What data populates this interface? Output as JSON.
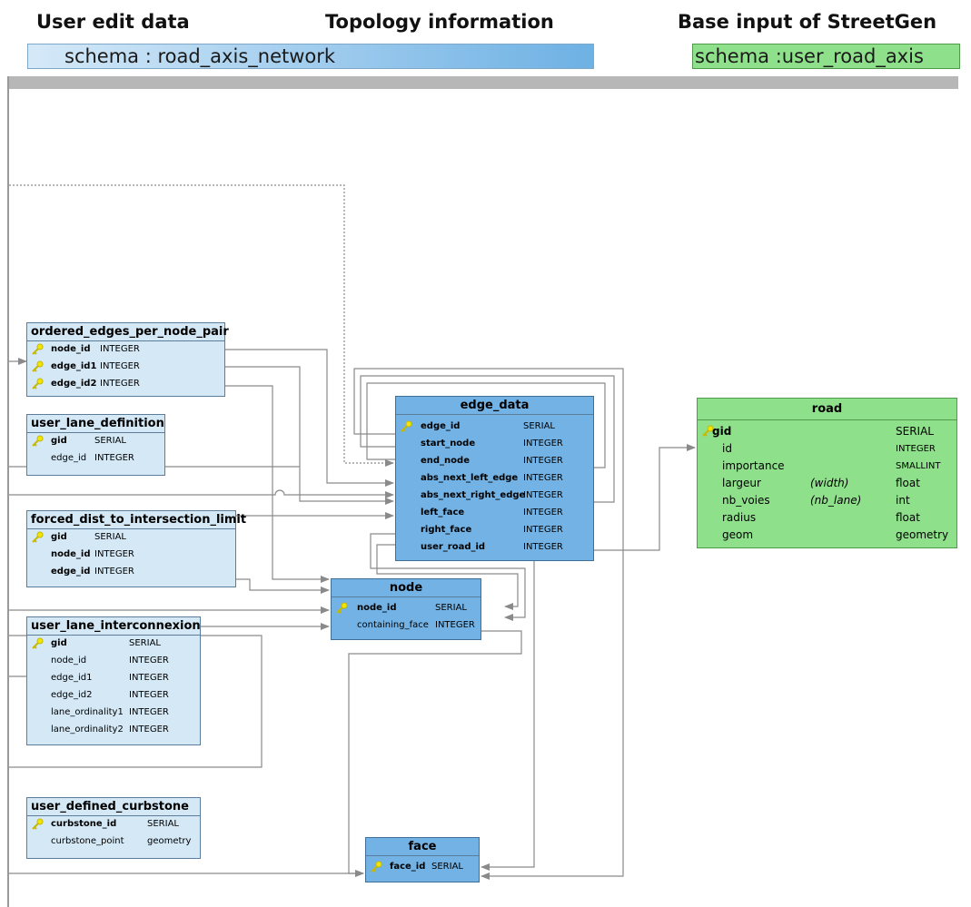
{
  "headers": {
    "user_edit": "User edit data",
    "topology": "Topology information",
    "base_input": "Base input of StreetGen"
  },
  "banners": {
    "topology_schema": "schema : road_axis_network",
    "base_schema": "schema :user_road_axis"
  },
  "colors": {
    "user_table": "#d4e8f6",
    "topology_table": "#72b2e4",
    "base_table": "#8ee08a",
    "key_icon": "#f2e600",
    "connector": "#808080"
  },
  "tables": {
    "ordered_edges": {
      "title": "ordered_edges_per_node_pair",
      "rows": [
        {
          "name": "node_id",
          "type": "INTEGER"
        },
        {
          "name": "edge_id1",
          "type": "INTEGER"
        },
        {
          "name": "edge_id2",
          "type": "INTEGER"
        }
      ]
    },
    "user_lane_definition": {
      "title": "user_lane_definition",
      "rows": [
        {
          "name": "gid",
          "type": "SERIAL"
        },
        {
          "name": "edge_id",
          "type": "INTEGER"
        }
      ]
    },
    "forced_dist": {
      "title": "forced_dist_to_intersection_limit",
      "rows": [
        {
          "name": "gid",
          "type": "SERIAL"
        },
        {
          "name": "node_id",
          "type": "INTEGER"
        },
        {
          "name": "edge_id",
          "type": "INTEGER"
        }
      ]
    },
    "user_lane_interconnexion": {
      "title": "user_lane_interconnexion",
      "rows": [
        {
          "name": "gid",
          "type": "SERIAL"
        },
        {
          "name": "node_id",
          "type": "INTEGER"
        },
        {
          "name": "edge_id1",
          "type": "INTEGER"
        },
        {
          "name": "edge_id2",
          "type": "INTEGER"
        },
        {
          "name": "lane_ordinality1",
          "type": "INTEGER"
        },
        {
          "name": "lane_ordinality2",
          "type": "INTEGER"
        }
      ]
    },
    "user_defined_curbstone": {
      "title": "user_defined_curbstone",
      "rows": [
        {
          "name": "curbstone_id",
          "type": "SERIAL"
        },
        {
          "name": "curbstone_point",
          "type": "geometry"
        }
      ]
    },
    "edge_data": {
      "title": "edge_data",
      "rows": [
        {
          "name": "edge_id",
          "type": "SERIAL"
        },
        {
          "name": "start_node",
          "type": "INTEGER"
        },
        {
          "name": "end_node",
          "type": "INTEGER"
        },
        {
          "name": "abs_next_left_edge",
          "type": "INTEGER"
        },
        {
          "name": "abs_next_right_edge",
          "type": "INTEGER"
        },
        {
          "name": "left_face",
          "type": "INTEGER"
        },
        {
          "name": "right_face",
          "type": "INTEGER"
        },
        {
          "name": "user_road_id",
          "type": "INTEGER"
        }
      ]
    },
    "node": {
      "title": "node",
      "rows": [
        {
          "name": "node_id",
          "type": "SERIAL"
        },
        {
          "name": "containing_face",
          "type": "INTEGER"
        }
      ]
    },
    "face": {
      "title": "face",
      "rows": [
        {
          "name": "face_id",
          "type": "SERIAL"
        }
      ]
    },
    "road": {
      "title": "road",
      "rows": [
        {
          "name": "gid",
          "note": "",
          "type": "SERIAL"
        },
        {
          "name": "id",
          "note": "",
          "type": "INTEGER"
        },
        {
          "name": "importance",
          "note": "",
          "type": "SMALLINT"
        },
        {
          "name": "largeur",
          "note": "(width)",
          "type": "float"
        },
        {
          "name": "nb_voies",
          "note": "(nb_lane)",
          "type": "int"
        },
        {
          "name": "radius",
          "note": "",
          "type": "float"
        },
        {
          "name": "geom",
          "note": "",
          "type": "geometry"
        }
      ]
    }
  }
}
